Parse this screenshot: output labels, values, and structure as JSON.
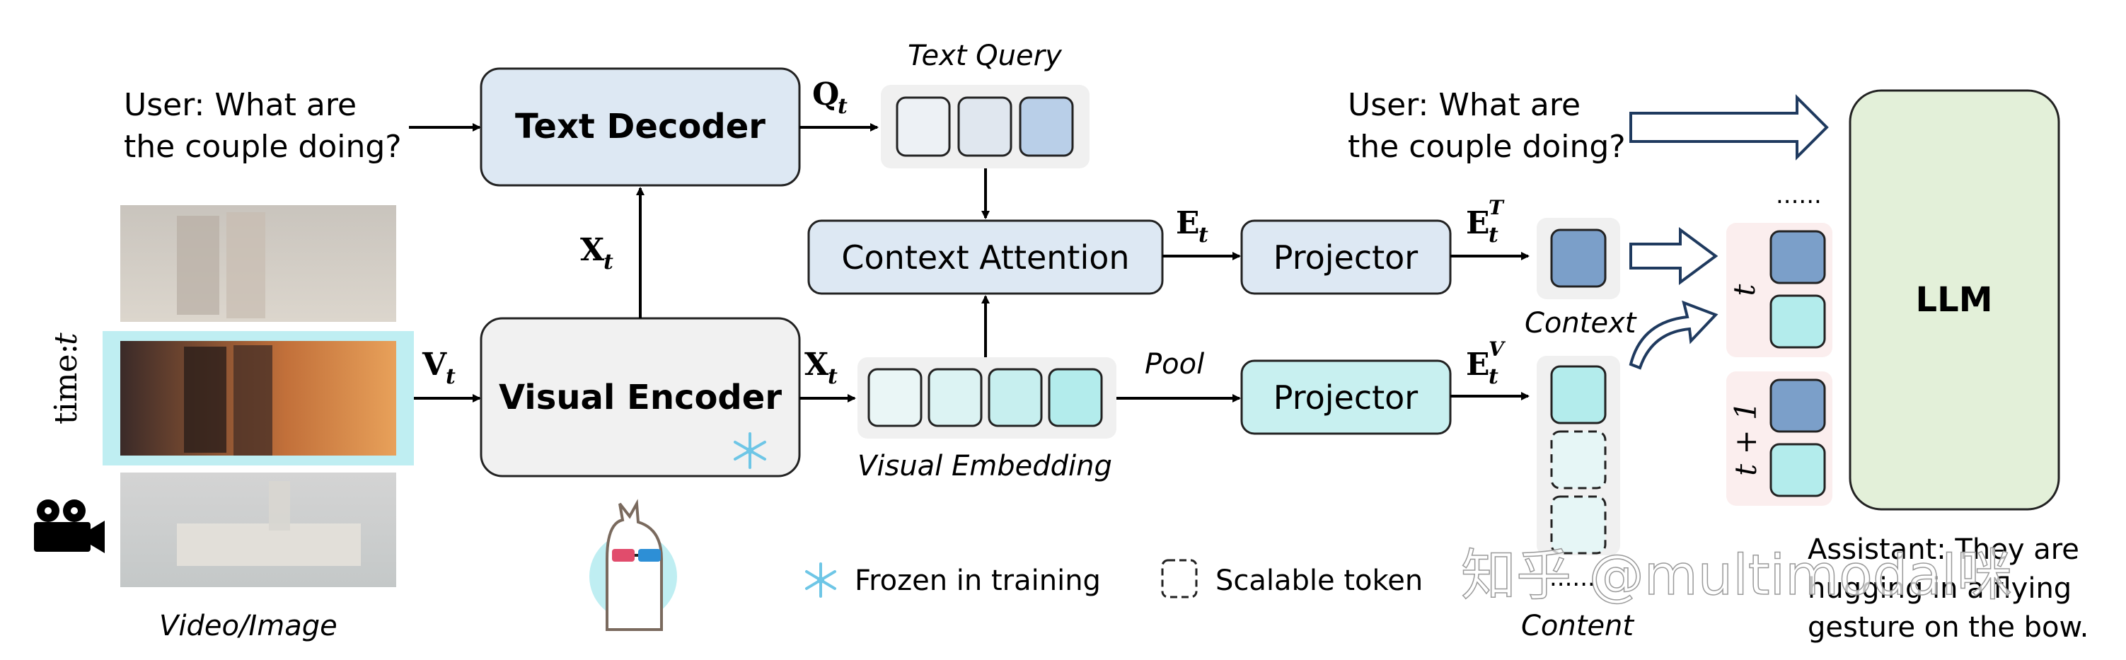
{
  "user_query_left": [
    "User:  What  are",
    "the couple doing?"
  ],
  "user_query_right": [
    "User:  What  are",
    "the couple doing?"
  ],
  "time_label": "time:",
  "time_var": "t",
  "video_caption": "Video/Image",
  "boxes": {
    "text_decoder": "Text Decoder",
    "visual_encoder": "Visual Encoder",
    "context_attention": "Context Attention",
    "projector_top": "Projector",
    "projector_bottom": "Projector",
    "llm": "LLM"
  },
  "math_labels": {
    "q": "Q",
    "x": "X",
    "v": "V",
    "e": "E",
    "sub_t": "t",
    "sup_T": "T",
    "sup_V": "V"
  },
  "captions": {
    "text_query": "Text Query",
    "visual_embedding": "Visual Embedding",
    "pool": "Pool",
    "context": "Context",
    "content": "Content",
    "dots_top": "......",
    "dots_content": "......"
  },
  "stack_labels": {
    "t": "t",
    "t_plus_1": "t + 1"
  },
  "legend": {
    "frozen": "Frozen in training",
    "scalable": "Scalable token"
  },
  "assistant": [
    "Assistant: They are",
    "hugging  in  a  flying",
    "gesture on the bow."
  ],
  "watermark": "知乎 @multimodal咪",
  "colors": {
    "blue_box": "#dde8f3",
    "gray_box": "#f1f1f1",
    "cyan_box": "#c8f0f0",
    "llm_box": "#e3f0d9",
    "token_dark_blue": "#7b9fc9",
    "token_cyan": "#b3ecec",
    "token_light": "#eaf6f6",
    "frame_highlight": "#bfeef2",
    "pink_bg": "#fbeeee"
  }
}
